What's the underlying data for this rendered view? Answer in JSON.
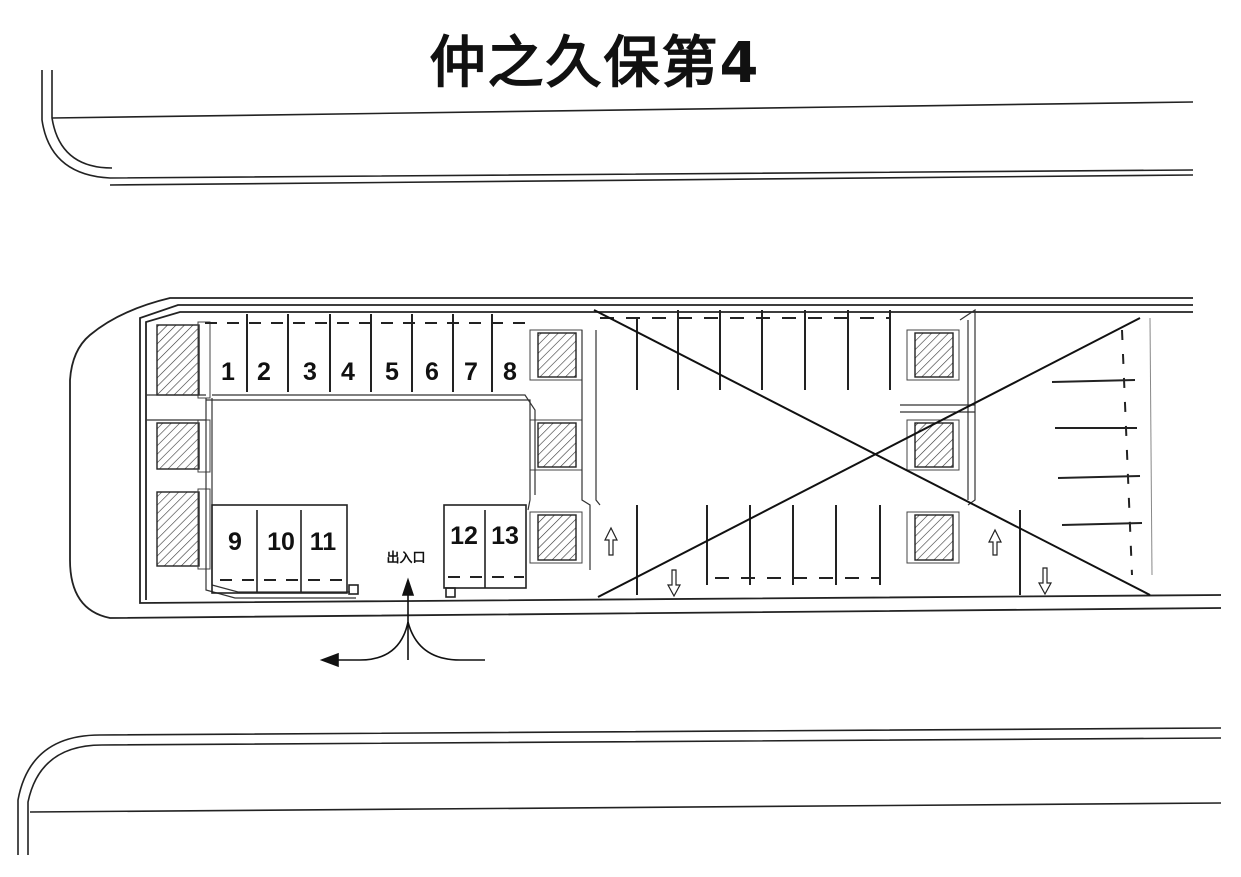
{
  "title": "仲之久保第4",
  "entrance_label": "出入口",
  "parking_spaces": [
    {
      "number": "1"
    },
    {
      "number": "2"
    },
    {
      "number": "3"
    },
    {
      "number": "4"
    },
    {
      "number": "5"
    },
    {
      "number": "6"
    },
    {
      "number": "7"
    },
    {
      "number": "8"
    },
    {
      "number": "9"
    },
    {
      "number": "10"
    },
    {
      "number": "11"
    },
    {
      "number": "12"
    },
    {
      "number": "13"
    }
  ],
  "crossed_out_area": true,
  "colors": {
    "line": "#222222",
    "hatch": "#333333",
    "background": "#ffffff"
  }
}
